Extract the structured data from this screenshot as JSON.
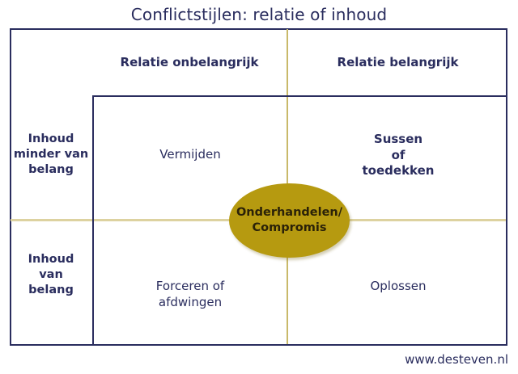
{
  "title": "Conflictstijlen: relatie of inhoud",
  "columns": [
    {
      "label": "Relatie onbelangrijk"
    },
    {
      "label": "Relatie belangrijk"
    }
  ],
  "rows": [
    {
      "label": "Inhoud\nminder van\nbelang"
    },
    {
      "label": "Inhoud\nvan\nbelang"
    }
  ],
  "quadrants": {
    "top_left": "Vermijden",
    "top_right": "Sussen\nof\ntoedekken",
    "bottom_left": "Forceren of\nafdwingen",
    "bottom_right": "Oplossen"
  },
  "center": {
    "label": "Onderhandelen/\nCompromis"
  },
  "footer": {
    "website": "www.desteven.nl"
  },
  "colors": {
    "navy": "#2a2d5e",
    "gold": "#b69a10",
    "axis_gold": "#c9b96a",
    "background": "#ffffff"
  }
}
